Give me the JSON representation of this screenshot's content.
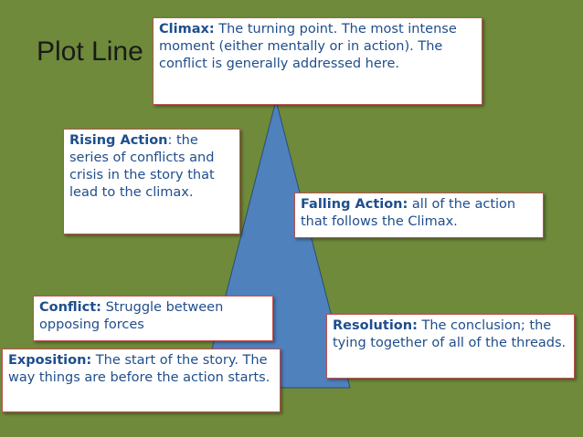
{
  "title": "Plot Line",
  "colors": {
    "background": "#6e8a3a",
    "triangle_fill": "#4f81bd",
    "triangle_stroke": "#2c4d75",
    "box_border": "#c0504d",
    "text": "#1f4e8c"
  },
  "boxes": {
    "climax": {
      "term": "Climax:",
      "text": " The turning point.  The most intense moment (either mentally or in action). The conflict is generally addressed here."
    },
    "rising_action": {
      "term": "Rising Action",
      "text": ": the series of conflicts and crisis in the story that lead to the climax."
    },
    "falling_action": {
      "term": "Falling Action:",
      "text": " all of the action that follows the Climax."
    },
    "conflict": {
      "term": "Conflict:",
      "text": " Struggle between opposing forces"
    },
    "resolution": {
      "term": "Resolution:",
      "text": " The conclusion; the tying together of all of the threads."
    },
    "exposition": {
      "term": "Exposition:",
      "text": "  The start of the story. The way things are before the action starts."
    }
  }
}
